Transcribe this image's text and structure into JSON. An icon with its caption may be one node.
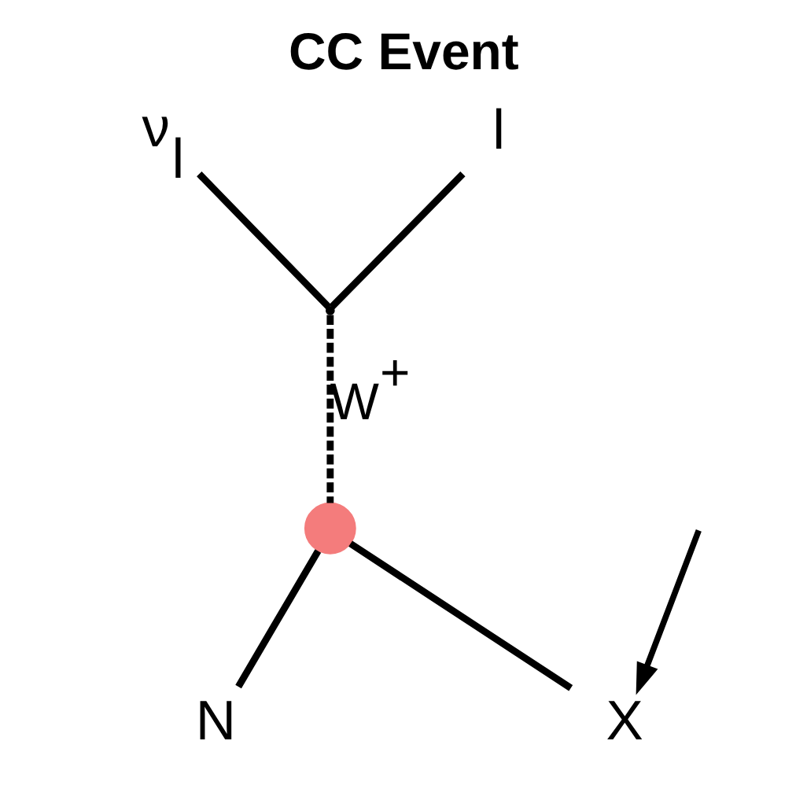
{
  "diagram": {
    "title": "CC Event",
    "nodes": [
      {
        "text": [
          "ν$_{l}$"
        ]
      },
      {
        "text": [
          "l"
        ]
      },
      {
        "text": [],
        "shape": "point"
      },
      {
        "text": [],
        "shape": "circle"
      },
      {
        "text": [
          "N"
        ]
      },
      {
        "text": [
          "X"
        ]
      }
    ],
    "edges": [
      {
        "from": 0,
        "to": 2,
        "arrow": "none"
      },
      {
        "from": 2,
        "to": 1,
        "arrow": "none"
      },
      {
        "from": 2,
        "to": 3,
        "arrow": "none",
        "style": "dashed",
        "label": "W$^{+}$"
      },
      {
        "from": 4,
        "to": 3,
        "arrow": "none"
      },
      {
        "from": 3,
        "to": 5,
        "arrow": "none"
      },
      {
        "from": null,
        "to": 5,
        "arrow": "to"
      }
    ]
  }
}
